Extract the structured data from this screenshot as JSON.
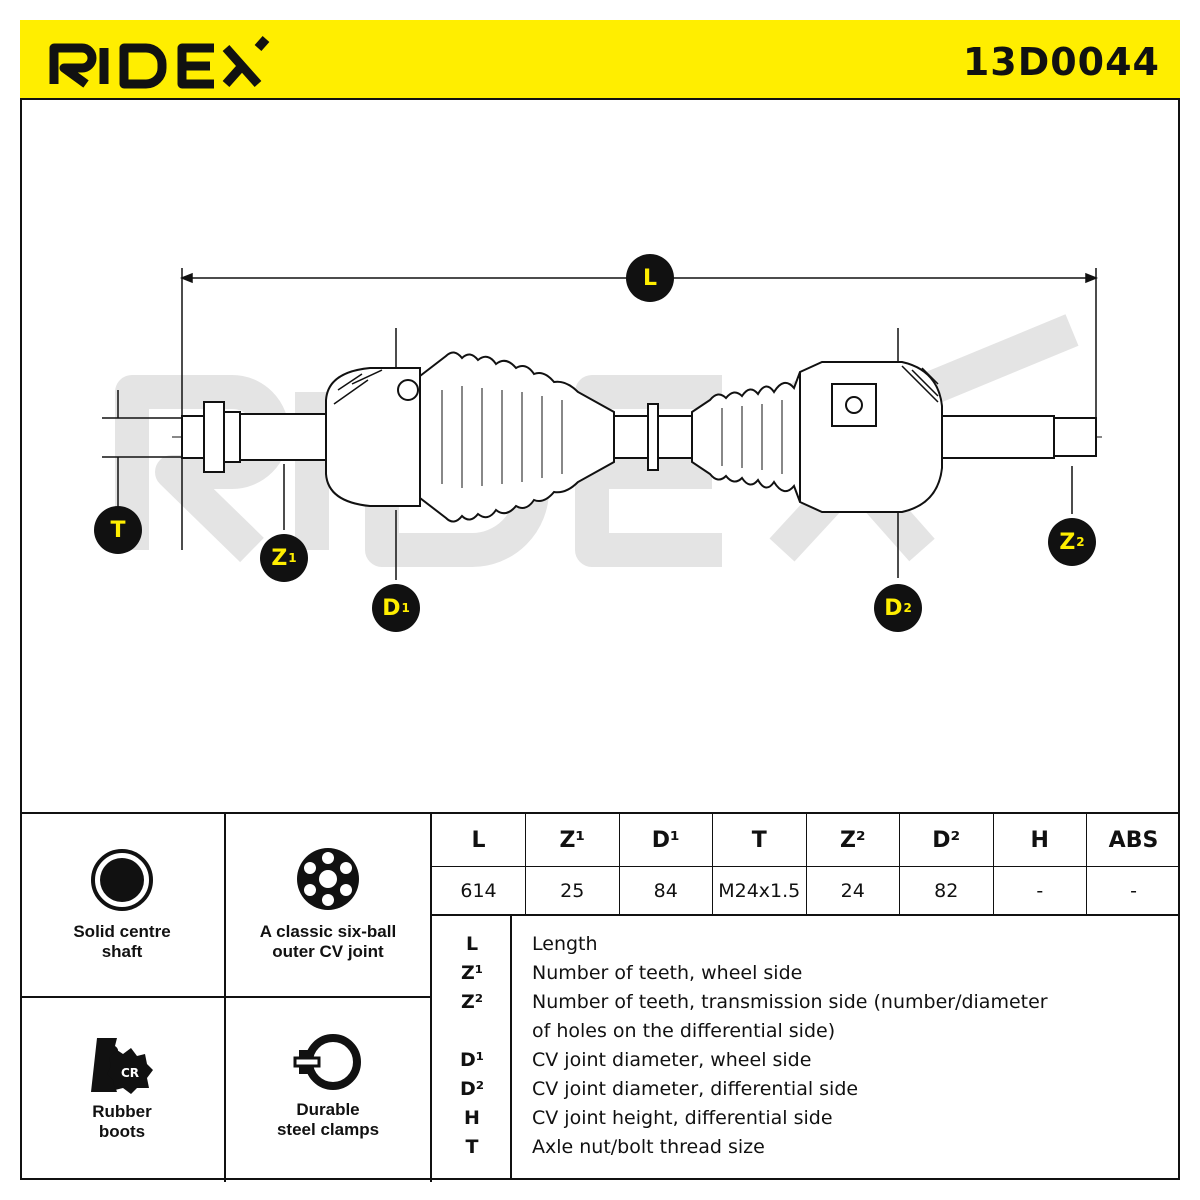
{
  "header": {
    "brand": "RIDEX",
    "part_number": "13D0044"
  },
  "diagram": {
    "dimension_labels": {
      "L": "L",
      "T": "T",
      "Z1": "Z",
      "Z1_sup": "1",
      "D1": "D",
      "D1_sup": "1",
      "D2": "D",
      "D2_sup": "2",
      "Z2": "Z",
      "Z2_sup": "2"
    },
    "watermark": "RIDEX"
  },
  "features": [
    {
      "icon": "solid-shaft-icon",
      "text_line1": "Solid centre",
      "text_line2": "shaft"
    },
    {
      "icon": "six-ball-joint-icon",
      "text_line1": "A classic six-ball",
      "text_line2": "outer CV joint"
    },
    {
      "icon": "cr-rubber-boot-icon",
      "icon_text": "CR",
      "text_line1": "Rubber",
      "text_line2": "boots"
    },
    {
      "icon": "steel-clamp-icon",
      "text_line1": "Durable",
      "text_line2": "steel clamps"
    }
  ],
  "specs": {
    "headers": [
      "L",
      "Z¹",
      "D¹",
      "T",
      "Z²",
      "D²",
      "H",
      "ABS"
    ],
    "values": [
      "614",
      "25",
      "84",
      "M24x1.5",
      "24",
      "82",
      "-",
      "-"
    ]
  },
  "legend": [
    {
      "key": "L",
      "desc": "Length"
    },
    {
      "key": "Z¹",
      "desc": "Number of teeth, wheel side"
    },
    {
      "key": "Z²",
      "desc": "Number of teeth, transmission side (number/diameter"
    },
    {
      "key": "",
      "desc": "of holes on the differential side)"
    },
    {
      "key": "D¹",
      "desc": "CV joint diameter, wheel side"
    },
    {
      "key": "D²",
      "desc": "CV joint diameter, differential side"
    },
    {
      "key": "H",
      "desc": "CV joint height, differential side"
    },
    {
      "key": "T",
      "desc": "Axle nut/bolt thread size"
    }
  ],
  "colors": {
    "accent": "#ffee00",
    "ink": "#111111",
    "watermark": "#e6e6e6"
  }
}
